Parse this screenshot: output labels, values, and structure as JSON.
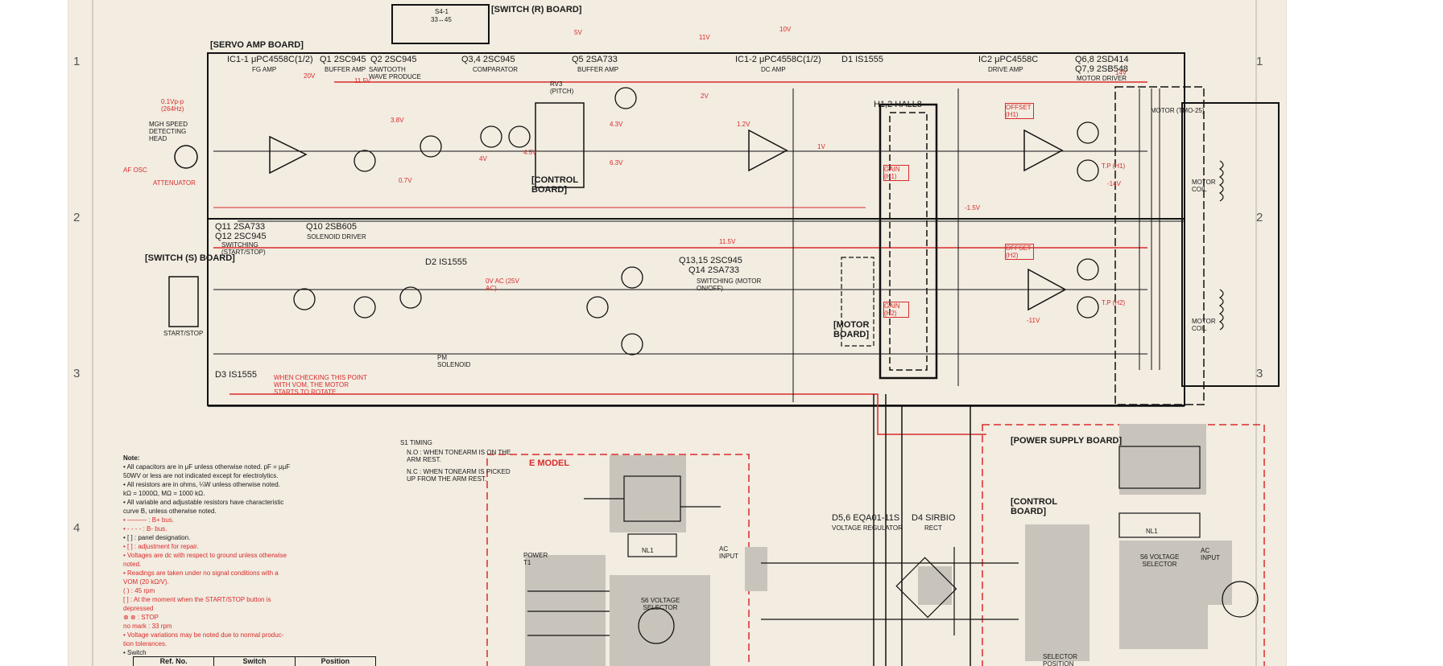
{
  "row_numbers": [
    "1",
    "2",
    "3",
    "4"
  ],
  "boards": {
    "servo_amp": "[SERVO AMP BOARD]",
    "switch_r": "[SWITCH (R) BOARD]",
    "switch_s": "[SWITCH (S) BOARD]",
    "control": "[CONTROL BOARD]",
    "motor": "[MOTOR BOARD]",
    "power_supply": "[POWER SUPPLY BOARD]",
    "control2": "[CONTROL BOARD]",
    "e_model": "E MODEL"
  },
  "stages": {
    "ic1_1": "IC1-1 μPC4558C(1/2)",
    "ic1_1_sub": "FG AMP",
    "q1": "Q1 2SC945",
    "q1_sub": "BUFFER AMP",
    "q2": "Q2 2SC945",
    "q2_sub": "SAWTOOTH WAVE PRODUCE",
    "q34": "Q3,4 2SC945",
    "q34_sub": "COMPARATOR",
    "q5": "Q5 2SA733",
    "q5_sub": "BUFFER AMP",
    "ic1_2": "IC1-2 μPC4558C(1/2)",
    "ic1_2_sub": "DC AMP",
    "d1": "D1 IS1555",
    "ic2": "IC2 μPC4558C",
    "ic2_sub": "DRIVE AMP",
    "q6": "Q6,8 2SD414",
    "q7": "Q7,9 2SB548",
    "q67_sub": "MOTOR DRIVER",
    "hall": "H1,2 HALL8",
    "q11": "Q11 2SA733",
    "q12": "Q12 2SC945",
    "q1112_sub": "SWITCHING (START/STOP)",
    "q10": "Q10 2SB605",
    "q10_sub": "SOLENOID DRIVER",
    "d2": "D2 IS1555",
    "q13": "Q13,15 2SC945",
    "q14": "Q14 2SA733",
    "q1315_sub": "SWITCHING (MOTOR ON/OFF)",
    "d3": "D3 IS1555",
    "motor": "MOTOR (TMO-25)",
    "motor_coil": "MOTOR COIL",
    "mgh": "MGH SPEED DETECTING HEAD",
    "af_osc": "AF OSC",
    "attenuator": "ATTENUATOR",
    "s4": "S4-1",
    "s4_val": "33↔45",
    "rv3": "RV3 (PITCH)",
    "start_stop": "START/STOP",
    "solenoid": "PM SOLENOID",
    "d56": "D5,6 EQA01-11S",
    "d56_sub": "VOLTAGE REGULATOR",
    "d4": "D4 SIRBIO",
    "d4_sub": "RECT",
    "s1_timing": "S1 TIMING",
    "s1_nd": "N.O : WHEN TONEARM IS ON THE ARM REST.",
    "s1_nc": "N.C : WHEN TONEARM IS PICKED UP FROM THE ARM REST.",
    "check_note": "WHEN CHECKING THIS POINT WITH VOM, THE MOTOR STARTS TO ROTATE.",
    "power_t1": "POWER T1",
    "ac_input": "AC INPUT",
    "s6": "S6 VOLTAGE SELECTOR",
    "nl1": "NL1",
    "selector": "SELECTOR POSITION"
  },
  "notes": [
    {
      "text": "Note:",
      "red": false
    },
    {
      "text": "• All capacitors are in μF unless otherwise noted. pF = μμF",
      "red": false
    },
    {
      "text": "   50WV or less are not indicated except for electrolytics.",
      "red": false
    },
    {
      "text": "• All resistors are in ohms, ¼W unless otherwise noted.",
      "red": false
    },
    {
      "text": "   kΩ = 1000Ω, MΩ = 1000 kΩ.",
      "red": false
    },
    {
      "text": "• All variable and adjustable resistors have characteristic",
      "red": false
    },
    {
      "text": "   curve B, unless otherwise noted.",
      "red": false
    },
    {
      "text": "• ——— : B+ bus.",
      "red": true
    },
    {
      "text": "• - - - - : B- bus.",
      "red": true
    },
    {
      "text": "• [   ] : panel designation.",
      "red": false
    },
    {
      "text": "• [   ] : adjustment for repair.",
      "red": true
    },
    {
      "text": "• Voltages are dc with respect to ground unless otherwise",
      "red": true
    },
    {
      "text": "   noted.",
      "red": true
    },
    {
      "text": "• Readings are taken under no signal conditions with a",
      "red": true
    },
    {
      "text": "   VOM (20 kΩ/V).",
      "red": true
    },
    {
      "text": "   (  ) : 45 rpm",
      "red": true
    },
    {
      "text": "   [  ] : At the moment when the START/STOP button is",
      "red": true
    },
    {
      "text": "           depressed",
      "red": true
    },
    {
      "text": "   ⊗ ⊗ : STOP",
      "red": true
    },
    {
      "text": "   no mark : 33 rpm",
      "red": true
    },
    {
      "text": "• Voltage variations may be noted due to normal produc-",
      "red": true
    },
    {
      "text": "   tion tolerances.",
      "red": true
    },
    {
      "text": "• Switch",
      "red": false
    }
  ],
  "switch_table": [
    "Ref. No.",
    "Switch",
    "Position"
  ],
  "red_values": [
    "0.1Vp-p (264Hz)",
    "20V",
    "11.5V",
    "5V",
    "10V",
    "11V",
    "2V",
    "1.2V",
    "14V",
    "0.7V",
    "3.8V",
    "-1.5V",
    "-14V",
    "0V AC (25V AC)",
    "1V",
    "4V",
    "4.5V",
    "4.3V",
    "6.3V",
    "11.5V",
    "-11V",
    "T.P (H1)",
    "T.P (H2)",
    "GAIN (H1)",
    "GAIN (H2)",
    "OFFSET (H1)",
    "OFFSET (H2)"
  ]
}
